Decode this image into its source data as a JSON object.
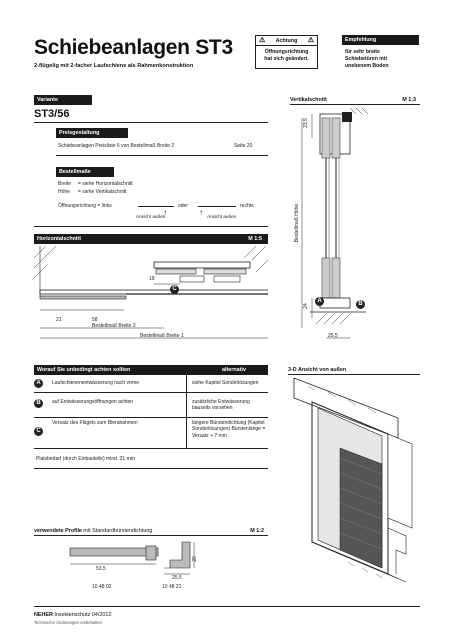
{
  "header": {
    "title": "Schiebeanlagen ST3",
    "subtitle": "2-flügelig mit 2-facher Laufschiene als Rahmenkonstruktion",
    "achtung_label": "Achtung",
    "achtung_text_1": "Öffnungsrichtung",
    "achtung_text_2": "hat sich geändert.",
    "empfehlung_label": "Empfehlung",
    "empfehlung_text_1": "für sehr breite",
    "empfehlung_text_2": "Schiebetüren mit",
    "empfehlung_text_3": "unebenem Boden"
  },
  "variante": {
    "label": "Variante",
    "value": "ST3/56"
  },
  "preisgestaltung": {
    "label": "Preisgestaltung",
    "text": "Schiebeanlagen   Preisliste 6  von  Bestellmaß Breite 2",
    "page": "Seite 20"
  },
  "bestellmasse": {
    "label": "Bestellmaße",
    "breite_key": "Breite",
    "breite_val": "=  siehe Horizontalschnitt",
    "hoehe_key": "Höhe",
    "hoehe_val": "=  siehe Vertikalschnitt",
    "oeffnung_key": "Öffnungsrichtung  =  links",
    "oder": "oder",
    "rechts": "rechts",
    "ansicht_left": "Ansicht außen",
    "ansicht_right": "Ansicht außen"
  },
  "horizontalschnitt": {
    "label": "Horizontalschnitt",
    "scale": "M 1:5",
    "dim_19": "19",
    "dim_21": "21",
    "dim_58": "58",
    "breite2": "Bestellmaß Breite 2",
    "breite1": "Bestellmaß Breite 1",
    "marker_c": "C"
  },
  "vertikalschnitt": {
    "label": "Vertikalschnitt",
    "scale": "M 1:3",
    "dim_top": "23,5",
    "dim_24": "24",
    "dim_bottom": "25,5",
    "hoehe_label": "Bestellmaß Höhe",
    "marker_a": "A",
    "marker_b": "B"
  },
  "achten": {
    "col1_header": "Worauf Sie unbedingt achten sollten",
    "col2_header": "alternativ",
    "rows": [
      {
        "marker": "A",
        "left": "Laufschienenentwässerung nach vorne",
        "right": "siehe Kapitel Sonderlösungen"
      },
      {
        "marker": "B",
        "left": "auf Entwässerungsöffnungen achten",
        "right": "zusätzliche Entwässerung bauseits vorsehen"
      },
      {
        "marker": "C",
        "left": "Versatz des Flügels zum Blendrahmen",
        "right": "längere Bürstendichtung (Kapitel Sonderlösungen) Bürstenlänge = Versatz + 7 mm"
      }
    ],
    "platzbedarf": "Platzbedarf (durch Einbauteile) mind. 31 mm"
  },
  "ansicht3d": {
    "label": "3-D Ansicht von außen"
  },
  "profile": {
    "label_bold": "verwendete Profile",
    "label_rest": " mit Standardbürstendichtung",
    "scale": "M 1:2",
    "dim_53_5": "53,5",
    "dim_20": "20",
    "dim_25_5": "25,5",
    "code_1": "10 48 02",
    "code_2": "10 48 21"
  },
  "footer": {
    "brand": "NEHER",
    "line1": " Insektenschutz 04/2012",
    "line2": "Technische Änderungen vorbehalten"
  }
}
